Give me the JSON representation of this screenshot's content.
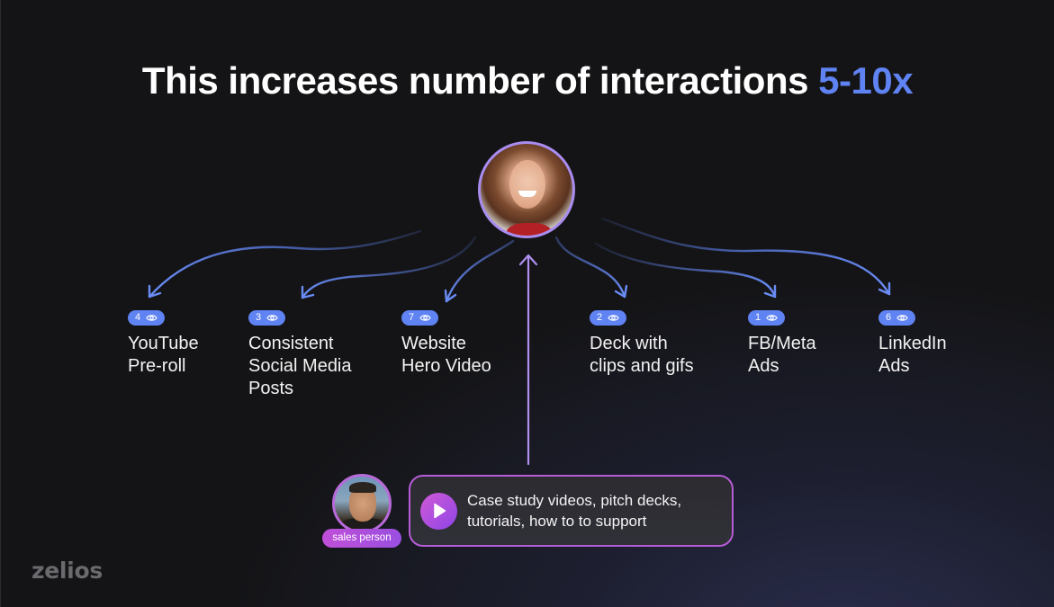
{
  "title": {
    "main": "This increases number of interactions ",
    "highlight": "5-10x"
  },
  "colors": {
    "accent_blue": "#5f83f2",
    "accent_purple": "#b65cd6",
    "background": "#141416"
  },
  "hub": {
    "avatar_icon": "person-photo-icon"
  },
  "channels": [
    {
      "views": "4",
      "label": "YouTube\nPre-roll",
      "icon": "eye-icon"
    },
    {
      "views": "3",
      "label": "Consistent\nSocial Media\nPosts",
      "icon": "eye-icon"
    },
    {
      "views": "7",
      "label": "Website\nHero Video",
      "icon": "eye-icon"
    },
    {
      "views": "2",
      "label": "Deck with\nclips and gifs",
      "icon": "eye-icon"
    },
    {
      "views": "1",
      "label": "FB/Meta\nAds",
      "icon": "eye-icon"
    },
    {
      "views": "6",
      "label": "LinkedIn\nAds",
      "icon": "eye-icon"
    }
  ],
  "sales": {
    "tag": "sales person",
    "callout_text": "Case study videos, pitch decks,\ntutorials, how to to support",
    "play_icon": "play-icon"
  },
  "brand": {
    "logo": "zelios"
  }
}
